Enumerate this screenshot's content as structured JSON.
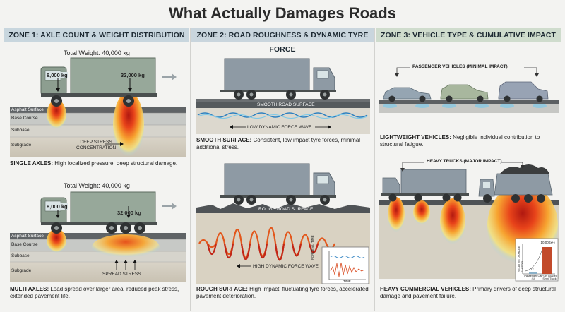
{
  "title": "What Actually Damages Roads",
  "zones": [
    {
      "heading": "ZONE 1: AXLE COUNT & WEIGHT DISTRIBUTION",
      "color": "#c8d6de"
    },
    {
      "heading": "ZONE 2: ROAD ROUGHNESS & DYNAMIC TYRE FORCE",
      "color": "#c9d5dd"
    },
    {
      "heading": "ZONE 3: VEHICLE TYPE & CUMULATIVE IMPACT",
      "color": "#cfdccd"
    }
  ],
  "zone1": {
    "total_weight_top": "Total Weight: 40,000 kg",
    "total_weight_bottom": "Total Weight: 40,000 kg",
    "front_load": "8,000 kg",
    "rear_load": "32,000 kg",
    "front_load_b": "8,000 kg",
    "rear_load_b": "32,000 kg",
    "layers": [
      "Asphalt Surface",
      "Base Course",
      "Subbase",
      "Subgrade"
    ],
    "layers_b": [
      "Asphalt Surface",
      "Base Course",
      "Subbase",
      "Subgrade"
    ],
    "deep_stress": [
      "DEEP STRESS",
      "CONCENTRATION"
    ],
    "spread_stress": "SPREAD STRESS",
    "single_title": "SINGLE AXLES:",
    "single_text": "High localized pressure, deep structural damage.",
    "multi_title": "MULTI AXLES:",
    "multi_text": "Load spread over larger area, reduced peak stress, extended pavement life."
  },
  "zone2": {
    "smooth_road": "SMOOTH ROAD SURFACE",
    "low_wave": "LOW DYNAMIC FORCE WAVE",
    "smooth_title": "SMOOTH SURFACE:",
    "smooth_text": "Consistent, low impact tyre forces, minimal additional stress.",
    "rough_road": "ROUGH ROAD SURFACE",
    "high_wave": "HIGH DYNAMIC FORCE WAVE",
    "graph_y": "FORCE vs. TIME",
    "graph_x": "TIME",
    "rough_title": "ROUGH SURFACE:",
    "rough_text": "High impact, fluctuating tyre forces, accelerated pavement deterioration."
  },
  "zone3": {
    "passenger_label": "PASSENGER VEHICLES (MINIMAL IMPACT)",
    "light_title": "LIGHTWEIGHT VEHICLES:",
    "light_text": "Negligible individual contribution to structural fatigue.",
    "heavy_label": "HEAVY TRUCKS (MAJOR IMPACT)",
    "heavy_title": "HEAVY COMMERCIAL VEHICLES:",
    "heavy_text": "Primary drivers of deep structural damage and pavement failure.",
    "chart_ylabel": "RELATIVE DAMAGE FACTOR",
    "chart_value": "(10,000x+)",
    "chart_small": "1x",
    "cat_car": "Passenger Car",
    "cat_car_val": "(1)",
    "cat_truck": "Fully Loaded Semi-Truck"
  }
}
